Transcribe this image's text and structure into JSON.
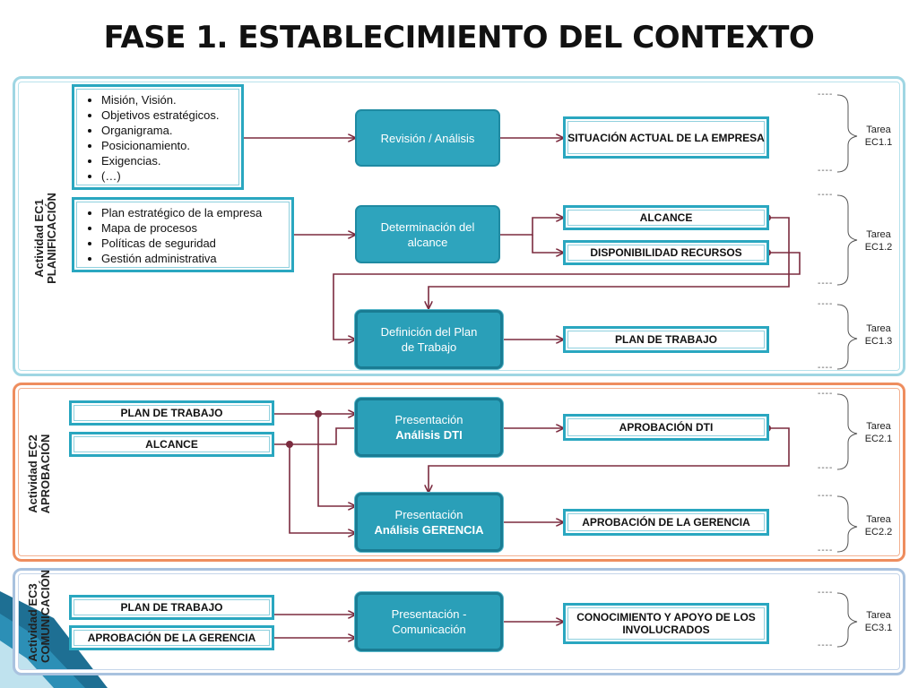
{
  "title": "FASE 1. ESTABLECIMIENTO DEL CONTEXTO",
  "colors": {
    "process": "#2ea4bd",
    "box_border": "#2aa7c0",
    "arrow": "#7b2b3f",
    "panel_ec1": "#9fd6e3",
    "panel_ec2": "#ee8d5e",
    "panel_ec3": "#a9c2df"
  },
  "activities": {
    "ec1": {
      "label": "Actividad EC1 PLANIFICACIÓN"
    },
    "ec2": {
      "label": "Actividad EC2\nAPROBACIÓN"
    },
    "ec3": {
      "label": "Actividad EC3\nCOMUNICACIÓN"
    }
  },
  "inputs": {
    "ec1_1": [
      "Misión, Visión.",
      "Objetivos estratégicos.",
      "Organigrama.",
      "Posicionamiento.",
      "Exigencias.",
      "(…)"
    ],
    "ec1_2": [
      "Plan estratégico de la empresa",
      "Mapa de procesos",
      "Políticas de seguridad",
      "Gestión administrativa"
    ],
    "ec2_plan": "PLAN  DE TRABAJO",
    "ec2_alcance": "ALCANCE",
    "ec3_plan": "PLAN  DE TRABAJO",
    "ec3_aprob": "APROBACIÓN DE LA GERENCIA"
  },
  "processes": {
    "revision": [
      "Revisión / Análisis"
    ],
    "determinacion": [
      "Determinación del",
      "alcance"
    ],
    "definicion": [
      "Definición del Plan",
      "de Trabajo"
    ],
    "pres_dti": [
      "Presentación",
      "Análisis DTI"
    ],
    "pres_gerencia": [
      "Presentación",
      "Análisis GERENCIA"
    ],
    "pres_com": [
      "Presentación -",
      "Comunicación"
    ]
  },
  "outputs": {
    "situacion": "SITUACIÓN ACTUAL DE LA EMPRESA",
    "alcance": "ALCANCE",
    "disponibilidad": "DISPONIBILIDAD RECURSOS",
    "plan": "PLAN  DE TRABAJO",
    "aprob_dti": "APROBACIÓN DTI",
    "aprob_gerencia": "APROBACIÓN DE LA GERENCIA",
    "conocimiento": "CONOCIMIENTO Y APOYO DE LOS INVOLUCRADOS"
  },
  "dashes": "----",
  "tareas": {
    "ec1_1": [
      "Tarea",
      "EC1.1"
    ],
    "ec1_2": [
      "Tarea",
      "EC1.2"
    ],
    "ec1_3": [
      "Tarea",
      "EC1.3"
    ],
    "ec2_1": [
      "Tarea",
      "EC2.1"
    ],
    "ec2_2": [
      "Tarea",
      "EC2.2"
    ],
    "ec3_1": [
      "Tarea",
      "EC3.1"
    ]
  }
}
